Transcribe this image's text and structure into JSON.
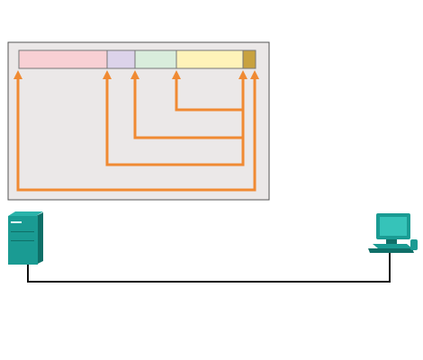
{
  "colors": {
    "background": "#ffffff",
    "panel_fill": "#ebe8e8",
    "panel_border": "#555555",
    "arrow": "#f08a33",
    "network_link": "#111111",
    "device_teal": "#1a9b93",
    "device_teal_dark": "#0f6f68"
  },
  "frame_fields": [
    {
      "name": "field-1",
      "color": "#f8d0d4"
    },
    {
      "name": "field-2",
      "color": "#dcd3ea"
    },
    {
      "name": "field-3",
      "color": "#d9eddc"
    },
    {
      "name": "field-4",
      "color": "#fff3b9"
    },
    {
      "name": "field-5",
      "color": "#c8a23f"
    }
  ],
  "devices": [
    {
      "name": "server",
      "icon": "server-icon"
    },
    {
      "name": "pc",
      "icon": "desktop-computer-icon"
    }
  ]
}
